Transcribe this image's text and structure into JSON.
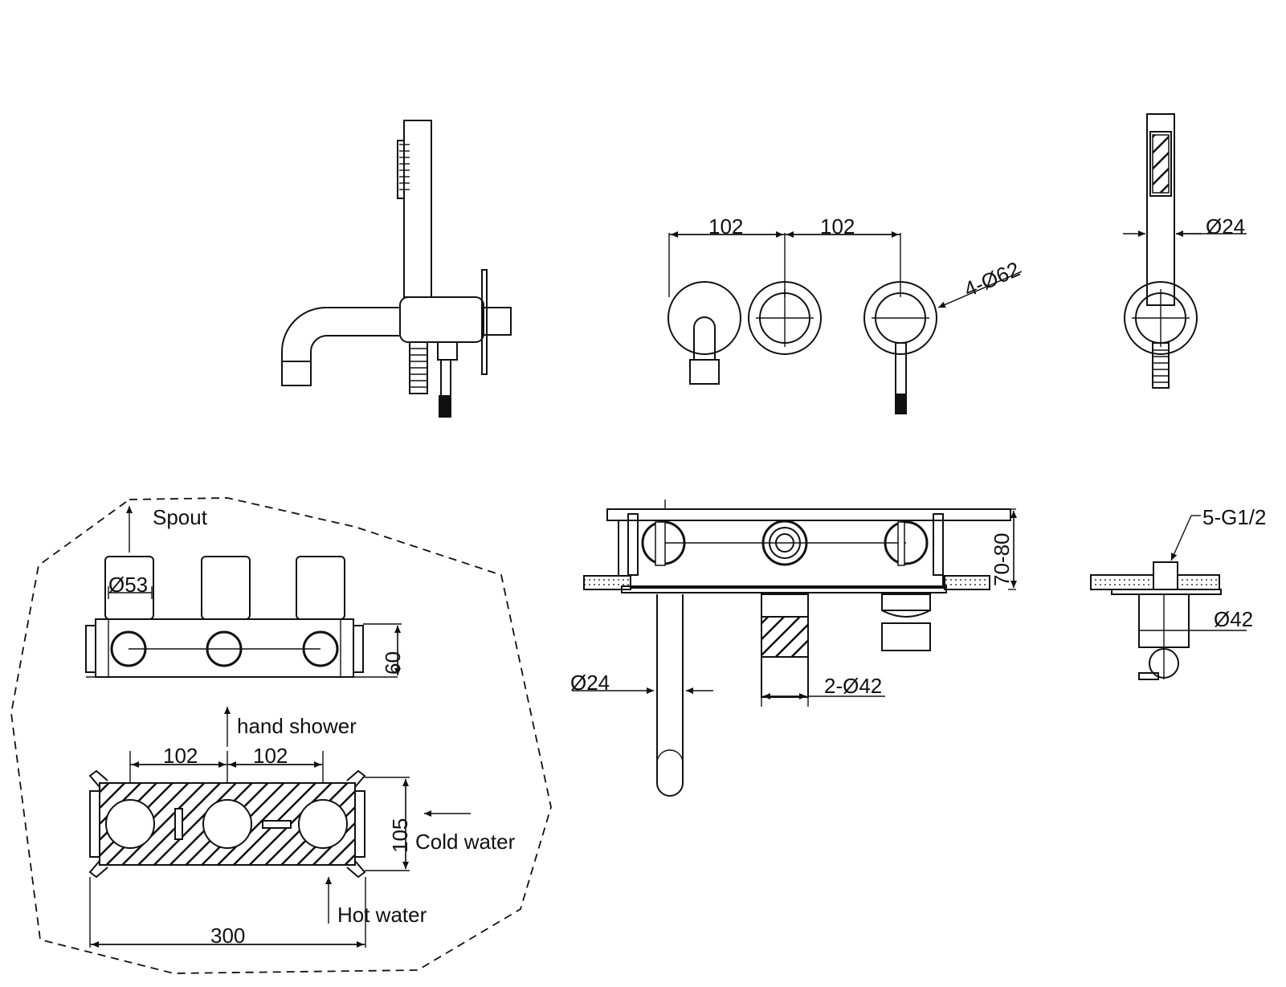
{
  "labels": {
    "front_spacing_left": "102",
    "front_spacing_right": "102",
    "handle_dia": "4-Ø62",
    "handshower_dia": "Ø24",
    "spout": "Spout",
    "body_dia": "Ø53",
    "body_height": "60",
    "hand_shower": "hand shower",
    "box_spacing_left": "102",
    "box_spacing_right": "102",
    "box_height": "105",
    "cold_water": "Cold water",
    "hot_water": "Hot water",
    "box_width": "300",
    "wall_depth": "70-80",
    "spout_dia": "Ø24",
    "outlet_dia": "2-Ø42",
    "thread": "5-G1/2",
    "holder_dia": "Ø42"
  }
}
